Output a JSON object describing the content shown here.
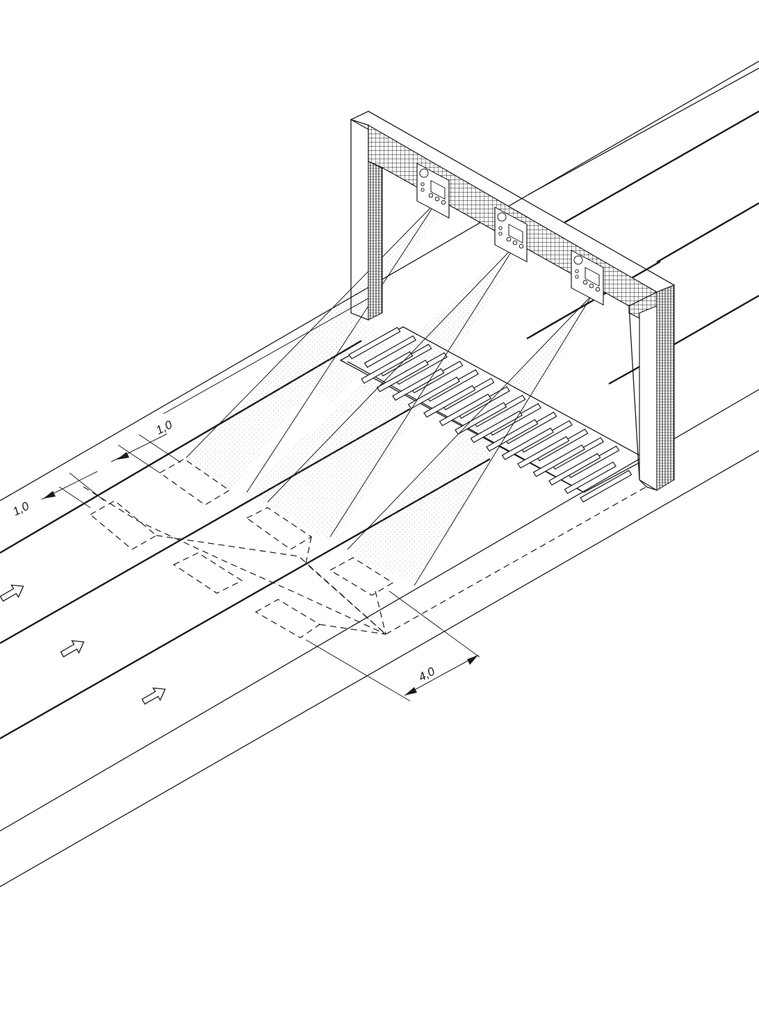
{
  "dimensions": {
    "lane_offset_label_a": "1,0",
    "lane_offset_label_b": "1,0",
    "distance_label": "4,0"
  },
  "icons": [
    "traffic-direction-arrow",
    "gantry-camera-unit",
    "dimension-arrow"
  ],
  "colors": {
    "line": "#1a1a1a",
    "background": "#ffffff",
    "shading": "#9a9a9a"
  }
}
